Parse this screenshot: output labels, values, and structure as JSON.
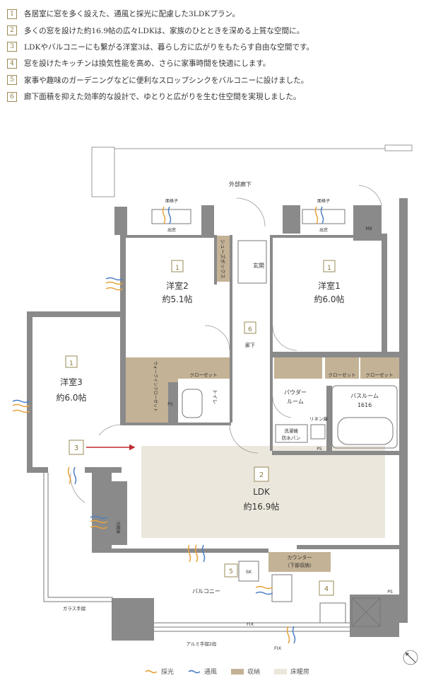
{
  "features": [
    {
      "num": "1",
      "text": "各居室に窓を多く設えた、通風と採光に配慮した3LDKプラン。"
    },
    {
      "num": "2",
      "text": "多くの窓を設けた約16.9帖の広々LDKは、家族のひとときを深める上質な空間に。"
    },
    {
      "num": "3",
      "text": "LDKやバルコニーにも繋がる洋室3は、暮らし方に広がりをもたらす自由な空間です。"
    },
    {
      "num": "4",
      "text": "窓を設けたキッチンは換気性能を高め、さらに家事時間を快適にします。"
    },
    {
      "num": "5",
      "text": "家事や趣味のガーデニングなどに便利なスロップシンクをバルコニーに設けました。"
    },
    {
      "num": "6",
      "text": "廊下面積を抑えた効率的な設計で、ゆとりと広がりを生む住空間を実現しました。"
    }
  ],
  "plan": {
    "corridor": "外部廊下",
    "lattice_left": "面格子",
    "lattice_right": "面格子",
    "bay_left": "出窓",
    "bay_right": "出窓",
    "mb": "MB",
    "shoes_box": "シューズボックス",
    "entrance": "玄関",
    "room2_num": "1",
    "room2_name": "洋室2",
    "room2_size": "約5.1帖",
    "room1_num": "1",
    "room1_name": "洋室1",
    "room1_size": "約6.0帖",
    "room3_num": "1",
    "room3_name": "洋室3",
    "room3_size": "約6.0帖",
    "hall_num": "6",
    "hall": "廊下",
    "walkin": "ウォークインクローゼット",
    "closet_a": "クローゼット",
    "closet_b": "クローゼット",
    "closet_c": "クローゼット",
    "toilet": "トイレ",
    "ps1": "PS",
    "ps2": "PS",
    "ps3": "PS",
    "powder1": "パウダー",
    "powder2": "ルーム",
    "bath1": "バスルーム",
    "bath2": "1616",
    "linen": "リネン庫",
    "washer1": "洗濯機",
    "washer2": "防水パン",
    "room3_tag": "3",
    "ldk_num": "2",
    "ldk": "LDK",
    "ldk_size": "約16.9帖",
    "fridge": "冷蔵庫",
    "counter1": "カウンター",
    "counter2": "（下部収納）",
    "sk_num": "5",
    "sk": "SK",
    "kitchen_num": "4",
    "balcony": "バルコニー",
    "glass_rail": "ガラス手摺",
    "alu_rail": "アルミ手摺2段",
    "fix1": "FIX",
    "fix2": "FIX"
  },
  "legend": [
    {
      "label": "採光",
      "color": "#e8a23a"
    },
    {
      "label": "通風",
      "color": "#4c7fc4"
    },
    {
      "label": "収納",
      "color": "#c4b296"
    },
    {
      "label": "床暖房",
      "color": "#ece7dc"
    }
  ],
  "colors": {
    "wall": "#8a8a8a",
    "storage": "#c4b296",
    "floor_heat": "#ece7dc",
    "light": "#e8a23a",
    "wind": "#4c7fc4",
    "accent": "#9a8a55",
    "arrow": "#c0282d"
  }
}
